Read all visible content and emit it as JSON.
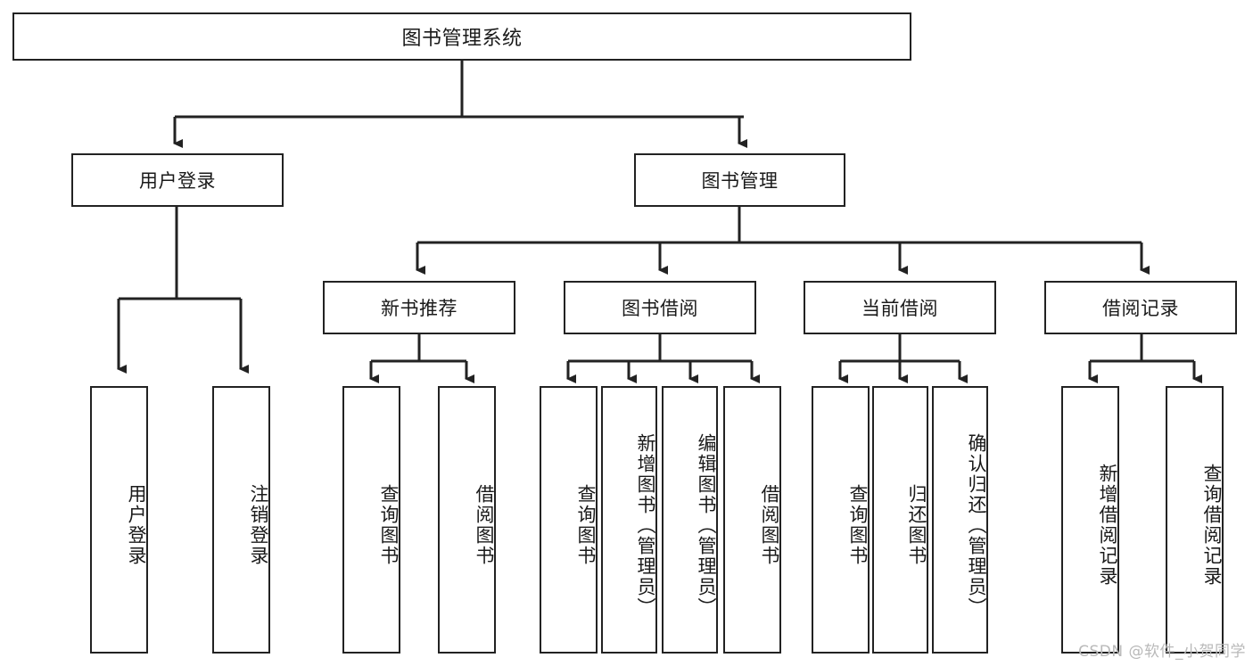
{
  "diagram": {
    "title": "图书管理系统",
    "root": {
      "label": "图书管理系统"
    },
    "level2": [
      {
        "label": "用户登录"
      },
      {
        "label": "图书管理"
      }
    ],
    "level3": [
      {
        "label": "新书推荐"
      },
      {
        "label": "图书借阅"
      },
      {
        "label": "当前借阅"
      },
      {
        "label": "借阅记录"
      }
    ],
    "leaves": [
      {
        "label": "用户登录"
      },
      {
        "label": "注销登录"
      },
      {
        "label": "查询图书"
      },
      {
        "label": "借阅图书"
      },
      {
        "label": "查询图书"
      },
      {
        "label": "新增图书（管理员）"
      },
      {
        "label": "编辑图书（管理员）"
      },
      {
        "label": "借阅图书"
      },
      {
        "label": "查询图书"
      },
      {
        "label": "归还图书"
      },
      {
        "label": "确认归还（管理员）"
      },
      {
        "label": "新增借阅记录"
      },
      {
        "label": "查询借阅记录"
      }
    ]
  },
  "watermark": {
    "text": "CSDN @软件_小贺同学"
  },
  "colors": {
    "stroke": "#222222",
    "background": "#ffffff",
    "text": "#1a1a1a",
    "watermark": "#b9b9b9"
  }
}
